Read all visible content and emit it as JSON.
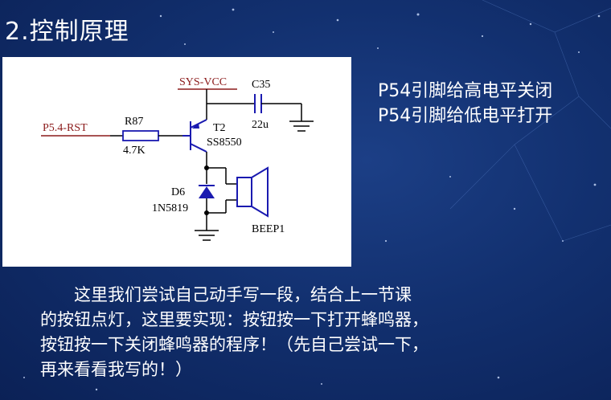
{
  "slide": {
    "title": "2.控制原理",
    "notes": [
      "P54引脚给高电平关闭",
      "P54引脚给低电平打开"
    ],
    "paragraph": [
      "这里我们尝试自己动手写一段，结合上一节课",
      "的按钮点灯，这里要实现：按钮按一下打开蜂鸣器，",
      "按钮按一下关闭蜂鸣器的程序！（先自己尝试一下，",
      "再来看看我写的！）"
    ]
  },
  "schematic": {
    "net_vcc": "SYS-VCC",
    "net_in": "P5.4-RST",
    "resistor": {
      "ref": "R87",
      "value": "4.7K"
    },
    "transistor": {
      "ref": "T2",
      "part": "SS8550"
    },
    "capacitor": {
      "ref": "C35",
      "value": "22u"
    },
    "diode": {
      "ref": "D6",
      "part": "1N5819"
    },
    "buzzer": {
      "ref": "BEEP1"
    }
  },
  "colors": {
    "net_label": "#8b1a1a",
    "wire": "#000000",
    "component": "#1a1ab0",
    "text": "#ffffff"
  }
}
